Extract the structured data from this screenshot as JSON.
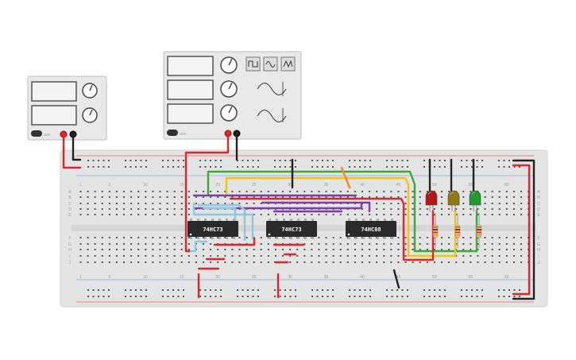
{
  "circuit": {
    "chips": [
      {
        "label": "74HC73"
      },
      {
        "label": "74HC73"
      },
      {
        "label": "74HC08"
      }
    ],
    "column_numbers_top": [
      "1",
      "5",
      "10",
      "15",
      "20",
      "25",
      "30",
      "35",
      "40",
      "45",
      "50",
      "55",
      "60"
    ],
    "column_numbers_bottom": [
      "1",
      "5",
      "10",
      "15",
      "20",
      "25",
      "30",
      "35",
      "40",
      "45",
      "50",
      "55",
      "60"
    ],
    "row_letters_top": [
      "A",
      "B",
      "C",
      "D",
      "E"
    ],
    "row_letters_bottom": [
      "F",
      "G",
      "H",
      "I",
      "J"
    ],
    "leds": [
      {
        "color": "#b3171c"
      },
      {
        "color": "#8f7a10"
      },
      {
        "color": "#1f9a2e"
      }
    ],
    "power_supply": {
      "switch_label": "OFF"
    },
    "function_generator": {
      "switch_label": "OFF"
    },
    "colors": {
      "wire_red": "#e0262a",
      "wire_black": "#222222",
      "wire_green": "#3aaa35",
      "wire_yellow": "#f2c21b",
      "wire_orange": "#f08a1c",
      "wire_purple": "#7b3fa0",
      "wire_lightblue": "#8cc7e3",
      "board": "#e6e6e6",
      "rail_red": "#e0262a",
      "rail_blue": "#3a7bd5"
    }
  }
}
